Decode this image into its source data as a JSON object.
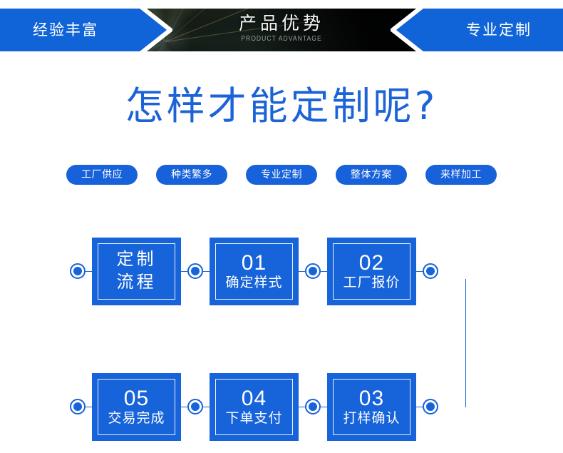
{
  "banner": {
    "left_label": "经验丰富",
    "center_title": "产品优势",
    "center_subtitle": "PRODUCT ADVANTAGE",
    "right_label": "专业定制",
    "accent_blue": "#1064d8",
    "dark_bg": "#060a0a"
  },
  "headline": {
    "text": "怎样才能定制呢?",
    "color": "#1b63d6"
  },
  "pills": [
    {
      "label": "工厂供应"
    },
    {
      "label": "种类繁多"
    },
    {
      "label": "专业定制"
    },
    {
      "label": "整体方案"
    },
    {
      "label": "来样加工"
    }
  ],
  "flow": {
    "accent": "#1763d9",
    "top_row": [
      {
        "number": "",
        "label": "定制流程",
        "line1": "定制",
        "line2": "流程"
      },
      {
        "number": "01",
        "label": "确定样式"
      },
      {
        "number": "02",
        "label": "工厂报价"
      }
    ],
    "bottom_row": [
      {
        "number": "05",
        "label": "交易完成"
      },
      {
        "number": "04",
        "label": "下单支付"
      },
      {
        "number": "03",
        "label": "打样确认"
      }
    ]
  }
}
